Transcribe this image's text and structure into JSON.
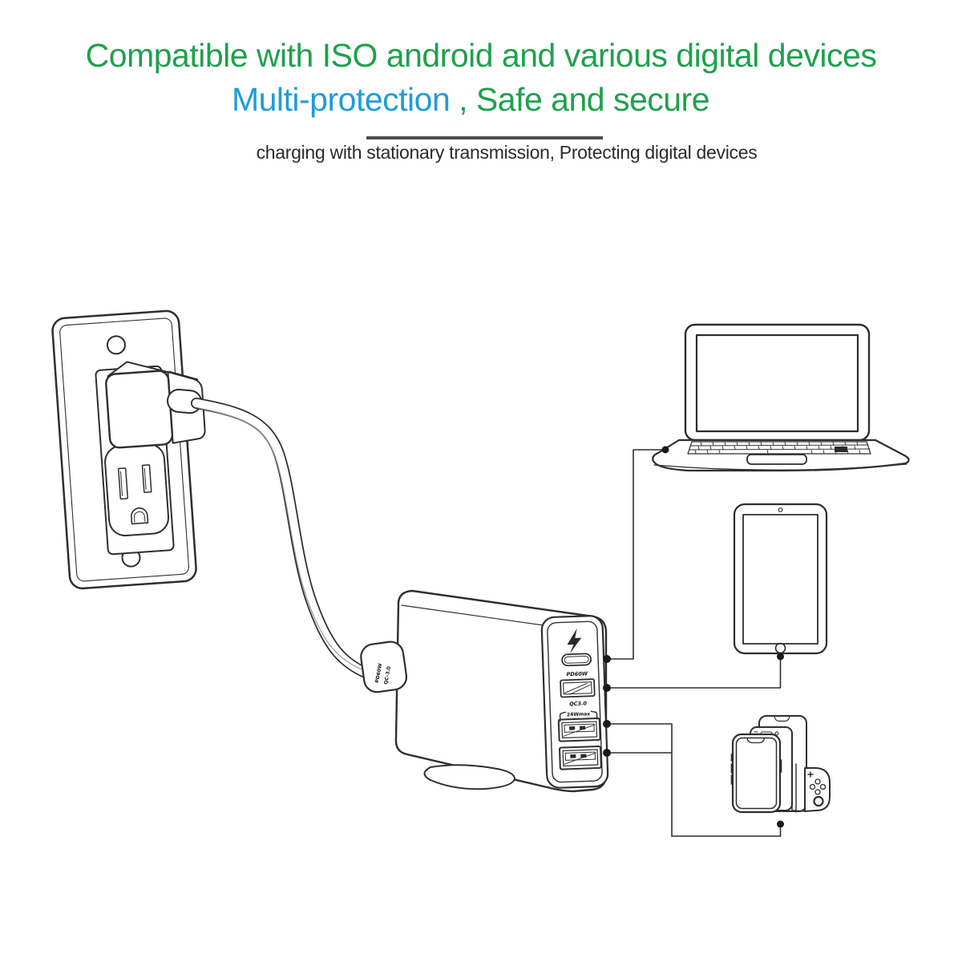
{
  "header": {
    "title": "Compatible with ISO android and various digital devices",
    "subtitle_highlight": "Multi-protection",
    "subtitle_rest": " , Safe and secure",
    "tagline": "charging with stationary transmission, Protecting digital devices",
    "colors": {
      "title_green": "#1FA04D",
      "highlight_blue": "#1E9CD8",
      "tagline_dark": "#2B2B2B",
      "divider_gray": "#4D4D4D"
    }
  },
  "charger": {
    "power_icon": "lightning-bolt",
    "usb_c_port_label": "PD60W",
    "qc_port_label": "QC3.0",
    "dual_port_group_label": "24Wmax",
    "cable_tag_col1": "PD60W",
    "cable_tag_col2": "QC-3.0"
  },
  "illustrations": {
    "wall_outlet": "us-wall-outlet-with-plug",
    "charger": "four-port-desktop-charger",
    "laptop": "laptop",
    "tablet": "tablet",
    "phones": "three-smartphones",
    "game_console": "switch-game-console"
  },
  "connections": [
    {
      "from": "usb-c-port",
      "to": "laptop"
    },
    {
      "from": "qc3-usb-port",
      "to": "tablet"
    },
    {
      "from": "usb-a-port-1",
      "to": "phones-and-console"
    },
    {
      "from": "usb-a-port-2",
      "to": "phones-and-console"
    }
  ],
  "line_color": "#2E2E2E"
}
